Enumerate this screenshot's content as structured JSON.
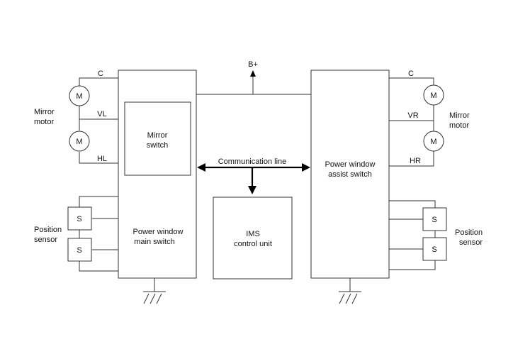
{
  "supply": {
    "label": "B+"
  },
  "communication_line": {
    "label": "Communication line"
  },
  "main_switch": {
    "title_line1": "Power window",
    "title_line2": "main switch"
  },
  "mirror_switch": {
    "line1": "Mirror",
    "line2": "switch"
  },
  "assist_switch": {
    "line1": "Power window",
    "line2": "assist switch"
  },
  "ims_unit": {
    "line1": "IMS",
    "line2": "control unit"
  },
  "left_mirror_motor": {
    "label_line1": "Mirror",
    "label_line2": "motor",
    "wire_common": "C",
    "wire_vertical": "VL",
    "wire_horizontal": "HL",
    "motor_symbol": "M"
  },
  "right_mirror_motor": {
    "label_line1": "Mirror",
    "label_line2": "motor",
    "wire_common": "C",
    "wire_vertical": "VR",
    "wire_horizontal": "HR",
    "motor_symbol": "M"
  },
  "left_position_sensor": {
    "label_line1": "Position",
    "label_line2": "sensor",
    "sensor_symbol": "S"
  },
  "right_position_sensor": {
    "label_line1": "Position",
    "label_line2": "sensor",
    "sensor_symbol": "S"
  }
}
